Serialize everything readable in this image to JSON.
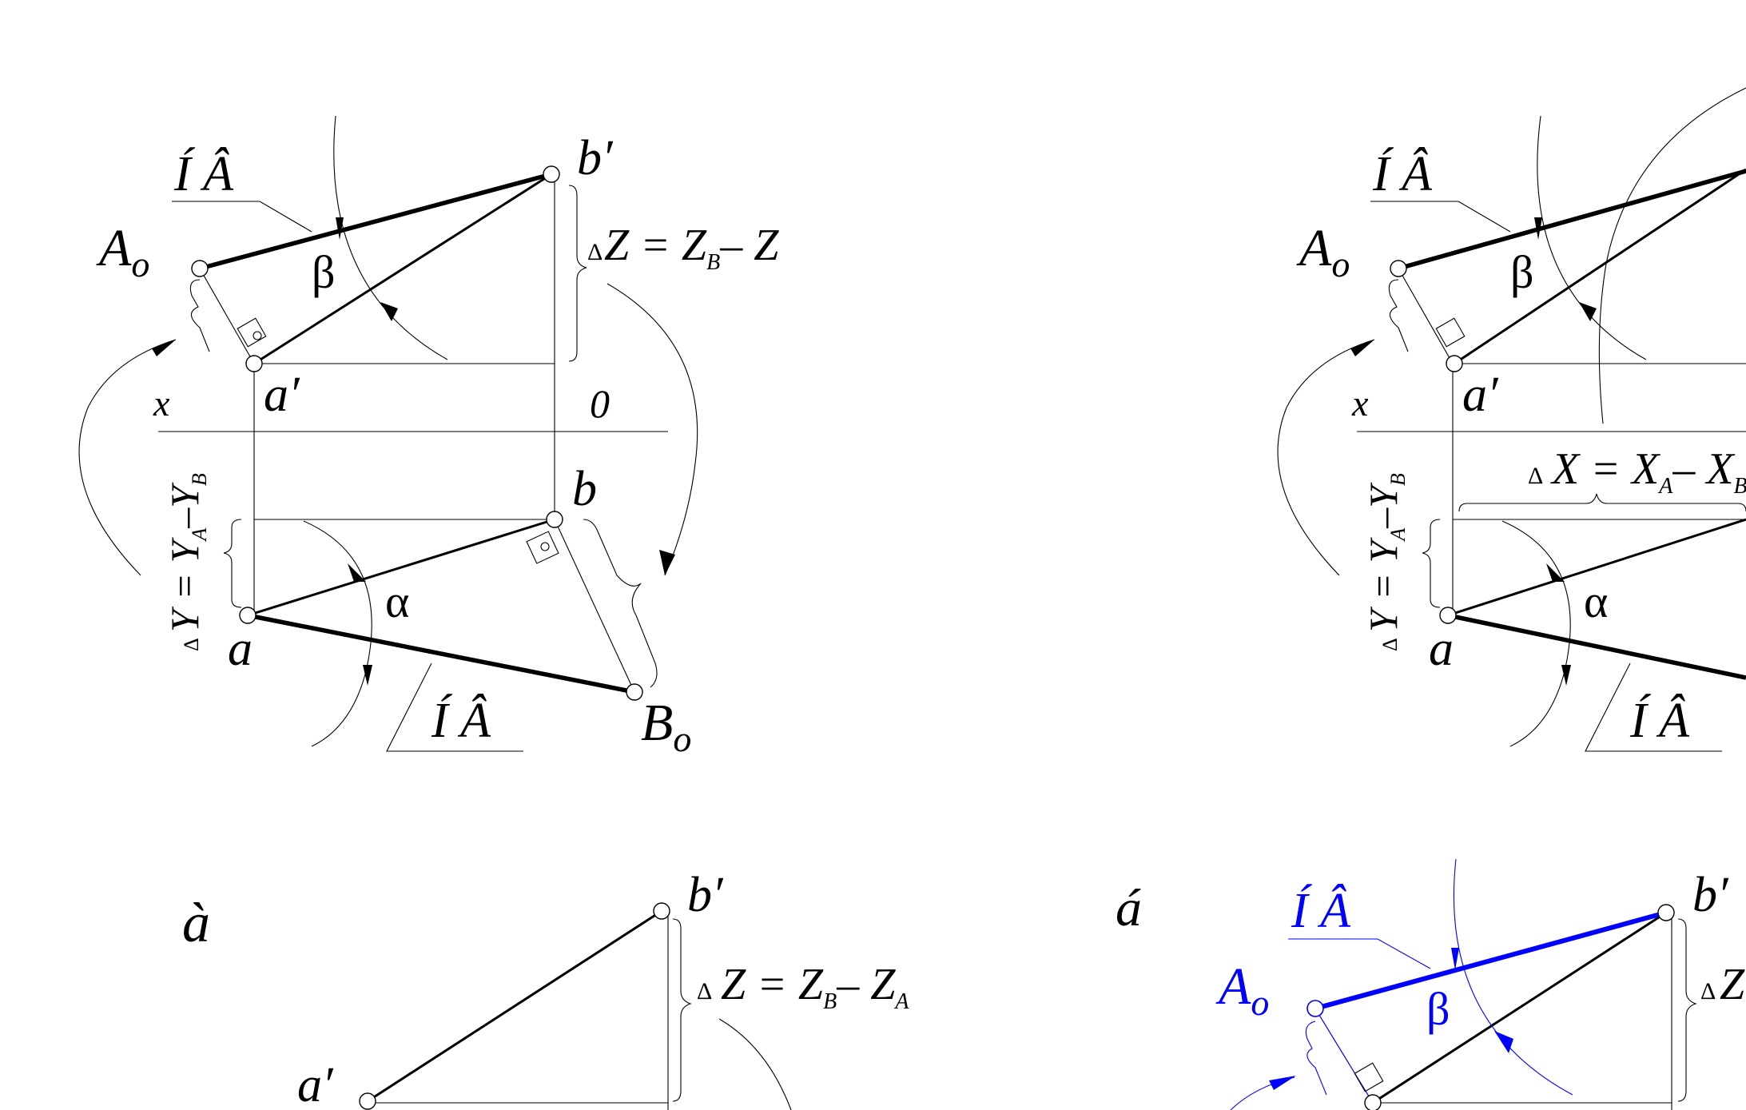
{
  "panel1": {
    "label_nv_front": "Í Â",
    "label_nv_top": "Í Â",
    "point_A0": "A",
    "point_A0_sub": "o",
    "point_B0": "B",
    "point_B0_sub": "o",
    "point_a_prime": "a′",
    "point_b_prime": "b′",
    "point_a": "a",
    "point_b": "b",
    "axis_x": "x",
    "axis_zero": "0",
    "angle_beta": "β",
    "angle_alpha": "α",
    "dz_delta": "Δ",
    "dz_main": "Z = Z",
    "dz_sub": "B",
    "dz_tail": "– Z",
    "dy_delta": "Δ",
    "dy_main": "Y = Y",
    "dy_sub_a": "A",
    "dy_mid": "–Y",
    "dy_sub_b": "B"
  },
  "panel2": {
    "label_nv_front": "Í Â",
    "label_nv_top": "Í Â",
    "point_A0": "A",
    "point_A0_sub": "o",
    "point_a_prime": "a′",
    "point_a": "a",
    "axis_x": "x",
    "angle_beta": "β",
    "angle_alpha": "α",
    "dx_delta": "Δ",
    "dx_main": "X = X",
    "dx_sub_a": "A",
    "dx_mid": "– X",
    "dx_sub_b": "B",
    "dy_delta": "Δ",
    "dy_main": "Y = Y",
    "dy_sub_a": "A",
    "dy_mid": "–Y",
    "dy_sub_b": "B"
  },
  "panel3": {
    "caption": "à",
    "point_a_prime": "a′",
    "point_b_prime": "b′",
    "dz_delta": "Δ",
    "dz_main": "Z = Z",
    "dz_sub_b": "B",
    "dz_mid": "– Z",
    "dz_sub_a": "A"
  },
  "panel4": {
    "caption": "á",
    "label_nv_front": "Í Â",
    "point_A0": "A",
    "point_A0_sub": "o",
    "point_b_prime": "b′",
    "angle_beta": "β",
    "dz_delta": "Δ",
    "dz_main": "Z"
  },
  "colors": {
    "ink": "#000000",
    "highlight": "#0000ff",
    "background": "#ffffff"
  }
}
